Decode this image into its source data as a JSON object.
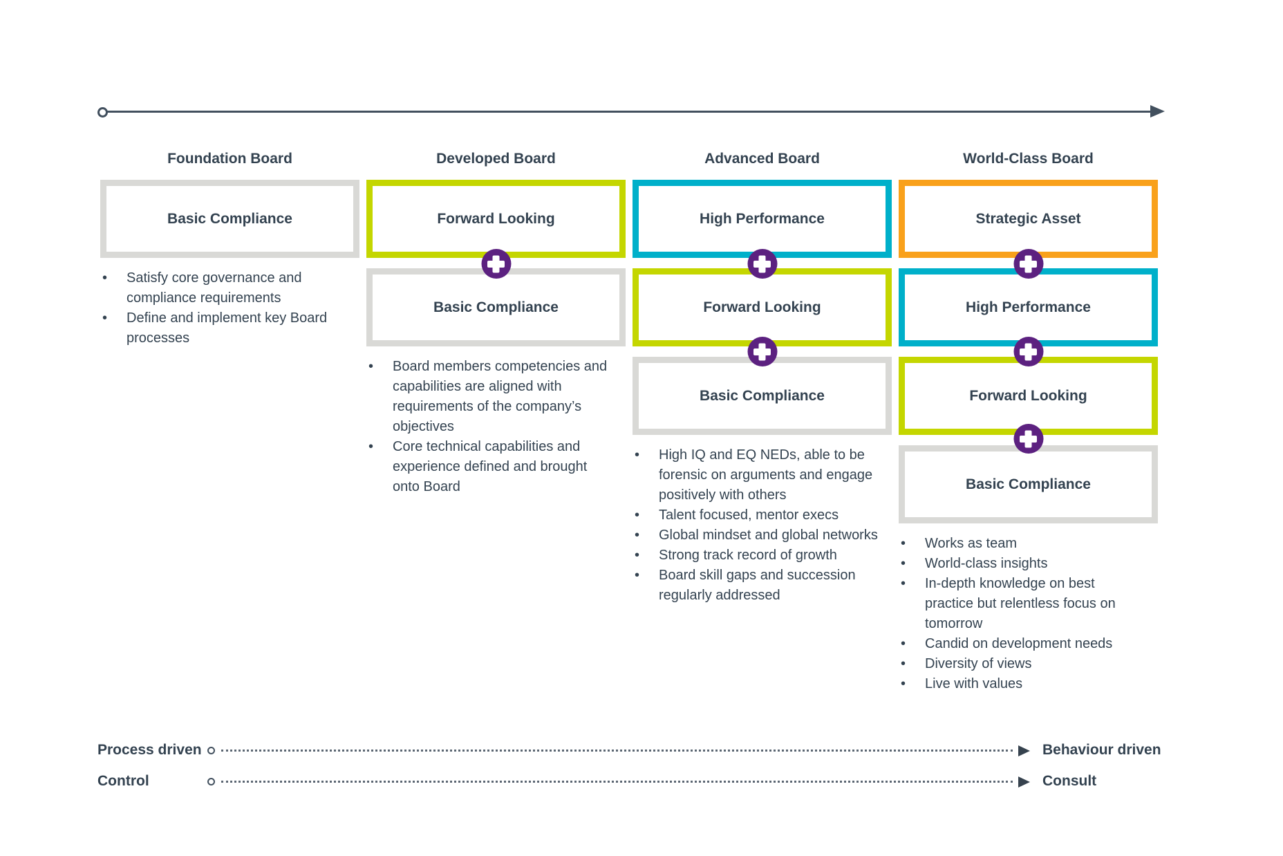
{
  "palette": {
    "text": "#334250",
    "line": "#42505e",
    "gray": "#D9D9D6",
    "lime": "#C4D600",
    "cyan": "#00B0CA",
    "orange": "#F9A11B",
    "purple": "#5C2180"
  },
  "columns": [
    {
      "title": "Foundation Board",
      "boxes": [
        {
          "label": "Basic Compliance",
          "color": "#D9D9D6"
        }
      ],
      "bullets": [
        "Satisfy core governance and compliance requirements",
        "Define and implement key Board processes"
      ]
    },
    {
      "title": "Developed Board",
      "boxes": [
        {
          "label": "Forward Looking",
          "color": "#C4D600"
        },
        {
          "label": "Basic Compliance",
          "color": "#D9D9D6"
        }
      ],
      "bullets": [
        "Board members competencies and capabilities are aligned with requirements of the company’s objectives",
        "Core technical capabilities and experience defined and brought onto Board"
      ]
    },
    {
      "title": "Advanced Board",
      "boxes": [
        {
          "label": "High Performance",
          "color": "#00B0CA"
        },
        {
          "label": "Forward Looking",
          "color": "#C4D600"
        },
        {
          "label": "Basic Compliance",
          "color": "#D9D9D6"
        }
      ],
      "bullets": [
        "High IQ and EQ NEDs, able to be forensic on arguments and engage positively with others",
        "Talent focused, mentor execs",
        "Global mindset and global networks",
        "Strong track record of growth",
        "Board skill gaps and succession regularly addressed"
      ]
    },
    {
      "title": "World-Class Board",
      "boxes": [
        {
          "label": "Strategic Asset",
          "color": "#F9A11B"
        },
        {
          "label": "High Performance",
          "color": "#00B0CA"
        },
        {
          "label": "Forward Looking",
          "color": "#C4D600"
        },
        {
          "label": "Basic Compliance",
          "color": "#D9D9D6"
        }
      ],
      "bullets": [
        "Works as team",
        "World-class insights",
        "In-depth knowledge on best practice but relentless focus on tomorrow",
        "Candid on development needs",
        "Diversity of views",
        "Live with values"
      ]
    }
  ],
  "bottom_axes": [
    {
      "left_label": "Process driven",
      "right_label": "Behaviour driven"
    },
    {
      "left_label": "Control",
      "right_label": "Consult"
    }
  ]
}
